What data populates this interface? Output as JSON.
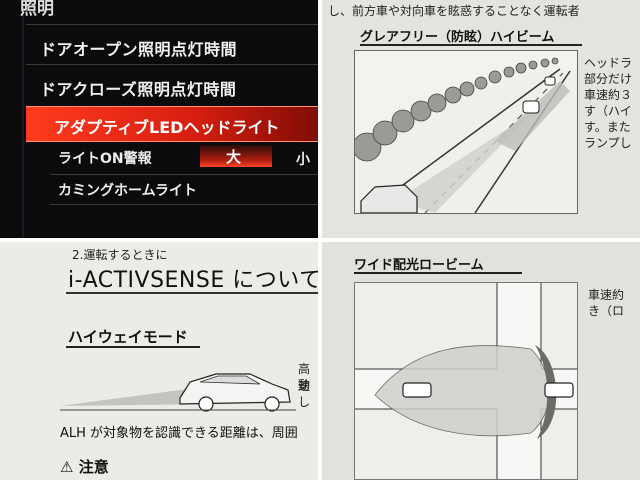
{
  "menu": {
    "title": "照明",
    "items": [
      "ドアオープン照明点灯時間",
      "ドアクローズ照明点灯時間"
    ],
    "selected_item": "アダプティブLEDヘッドライト",
    "sub_items": [
      "ライトON警報",
      "カミングホームライト"
    ],
    "option_selected": "大",
    "option_other": "小",
    "accent_color": "#e0281a"
  },
  "manual_glare": {
    "top_text": "し、前方車や対向車を眩惑することなく運転者",
    "heading": "グレアフリー（防眩）ハイビーム",
    "side_lines": [
      "ヘッドラ",
      "部分だけ",
      "車速約３",
      "す（ハイ",
      "す。また",
      "ランプし"
    ]
  },
  "manual_ialh": {
    "section": "2.運転するときに",
    "brand": "i-ACTIVSENSE について",
    "mode_heading": "ハイウェイモード",
    "side_lines": [
      "高速",
      "動し"
    ],
    "body": "ALH が対象物を認識できる距離は、周囲",
    "warning": "注意"
  },
  "manual_wide": {
    "heading": "ワイド配光ロービーム",
    "side_lines": [
      "車速約",
      "き（ロ"
    ]
  }
}
